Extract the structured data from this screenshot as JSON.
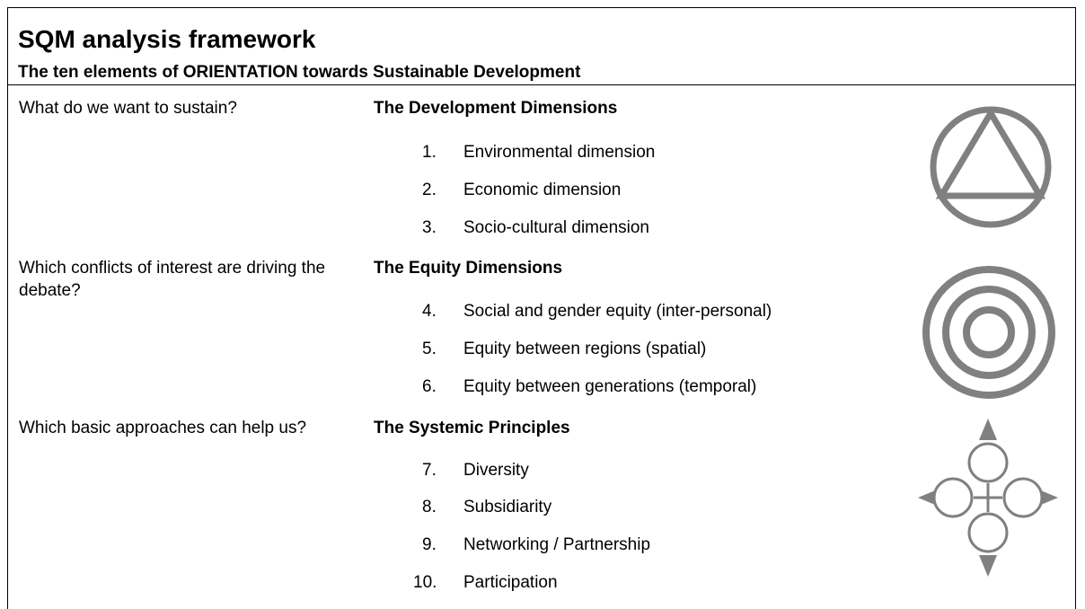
{
  "header": {
    "title": "SQM analysis framework",
    "subtitle": "The ten elements of ORIENTATION towards Sustainable Development"
  },
  "sections": [
    {
      "question": "What do we want to sustain?",
      "heading": "The Development Dimensions",
      "icon": "circle-triangle-icon",
      "items": [
        {
          "num": "1.",
          "label": "Environmental dimension"
        },
        {
          "num": "2.",
          "label": "Economic dimension"
        },
        {
          "num": "3.",
          "label": "Socio-cultural dimension"
        }
      ]
    },
    {
      "question": "Which conflicts of interest are driving the debate?",
      "heading": "The Equity Dimensions",
      "icon": "concentric-circles-icon",
      "items": [
        {
          "num": "4.",
          "label": "Social and gender equity (inter-personal)"
        },
        {
          "num": "5.",
          "label": "Equity between regions (spatial)"
        },
        {
          "num": "6.",
          "label": "Equity between generations (temporal)"
        }
      ]
    },
    {
      "question": "Which basic approaches can help us?",
      "heading": "The Systemic Principles",
      "icon": "four-circles-arrows-icon",
      "items": [
        {
          "num": "7.",
          "label": "Diversity"
        },
        {
          "num": "8.",
          "label": "Subsidiarity"
        },
        {
          "num": "9.",
          "label": "Networking / Partnership"
        },
        {
          "num": "10.",
          "label": "Participation"
        }
      ]
    }
  ],
  "colors": {
    "icon": "#808080",
    "border": "#000000",
    "text": "#000000"
  }
}
